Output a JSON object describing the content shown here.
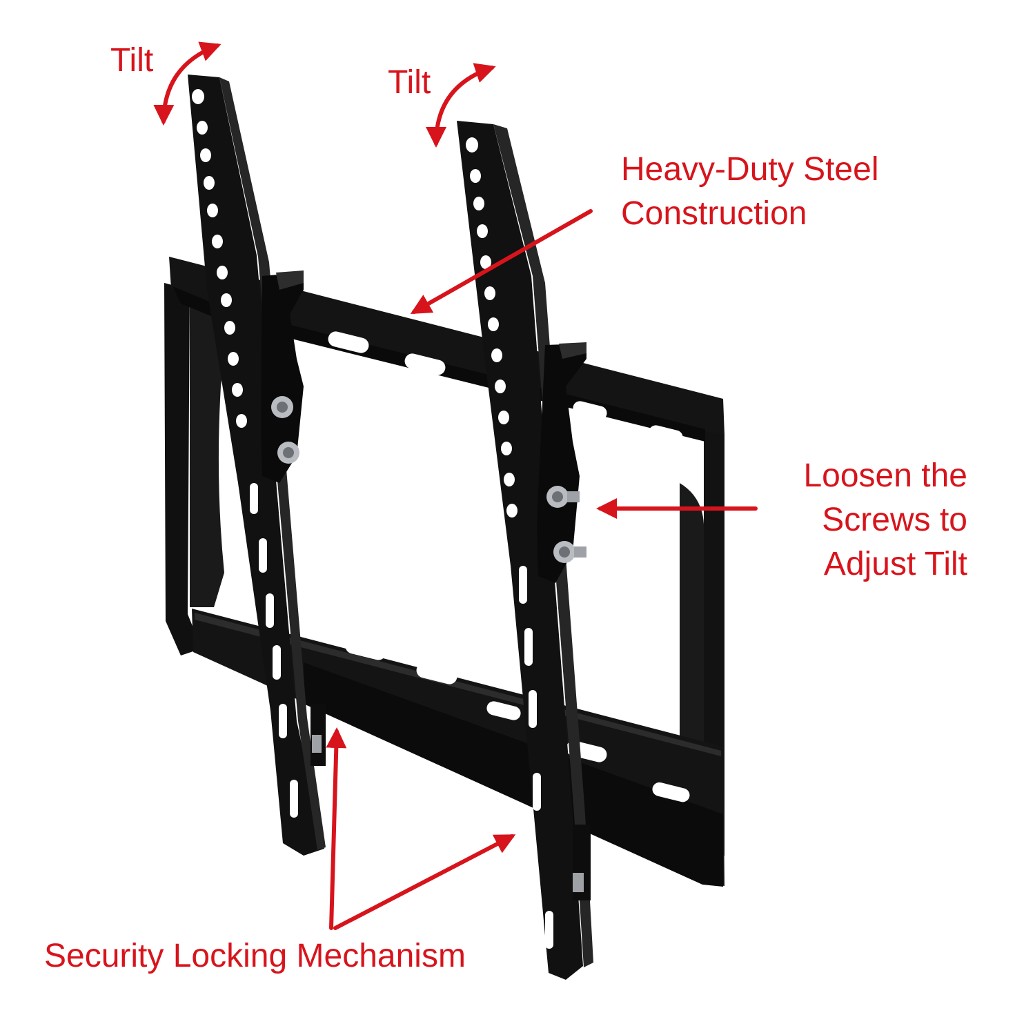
{
  "annotations": {
    "tilt_left": "Tilt",
    "tilt_right": "Tilt",
    "steel": [
      "Heavy-Duty Steel",
      "Construction"
    ],
    "loosen": [
      "Loosen the",
      "Screws to",
      "Adjust Tilt"
    ],
    "security": "Security Locking Mechanism"
  },
  "colors": {
    "annotation": "#d7141c",
    "steel": "#141414",
    "screw": "#b9bcc0",
    "background": "#ffffff"
  }
}
